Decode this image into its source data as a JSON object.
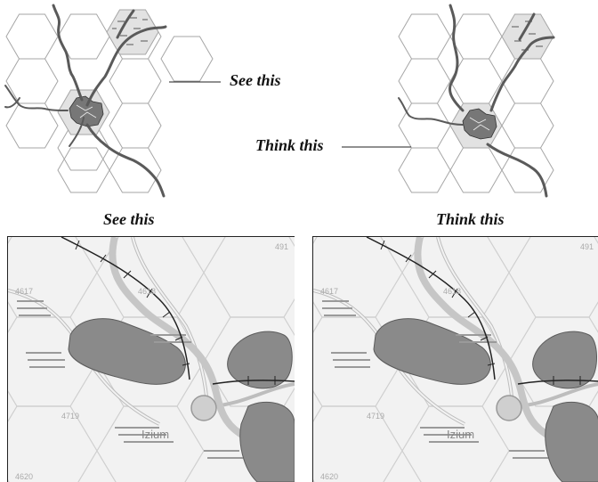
{
  "labels": {
    "hex_see_callout": "See this",
    "hex_think_callout": "Think this",
    "map_see_caption": "See this",
    "map_think_caption": "Think this"
  },
  "map": {
    "hex_numbers": [
      "4617",
      "4618",
      "4719",
      "4620",
      "491"
    ],
    "town_name": "Izium"
  },
  "colors": {
    "hex_line": "#9e9e9e",
    "river": "#5a5a5a",
    "highlight_hex": "#e0e0e0",
    "map_background": "#f2f2f2",
    "forest": "#7a7a7a"
  }
}
